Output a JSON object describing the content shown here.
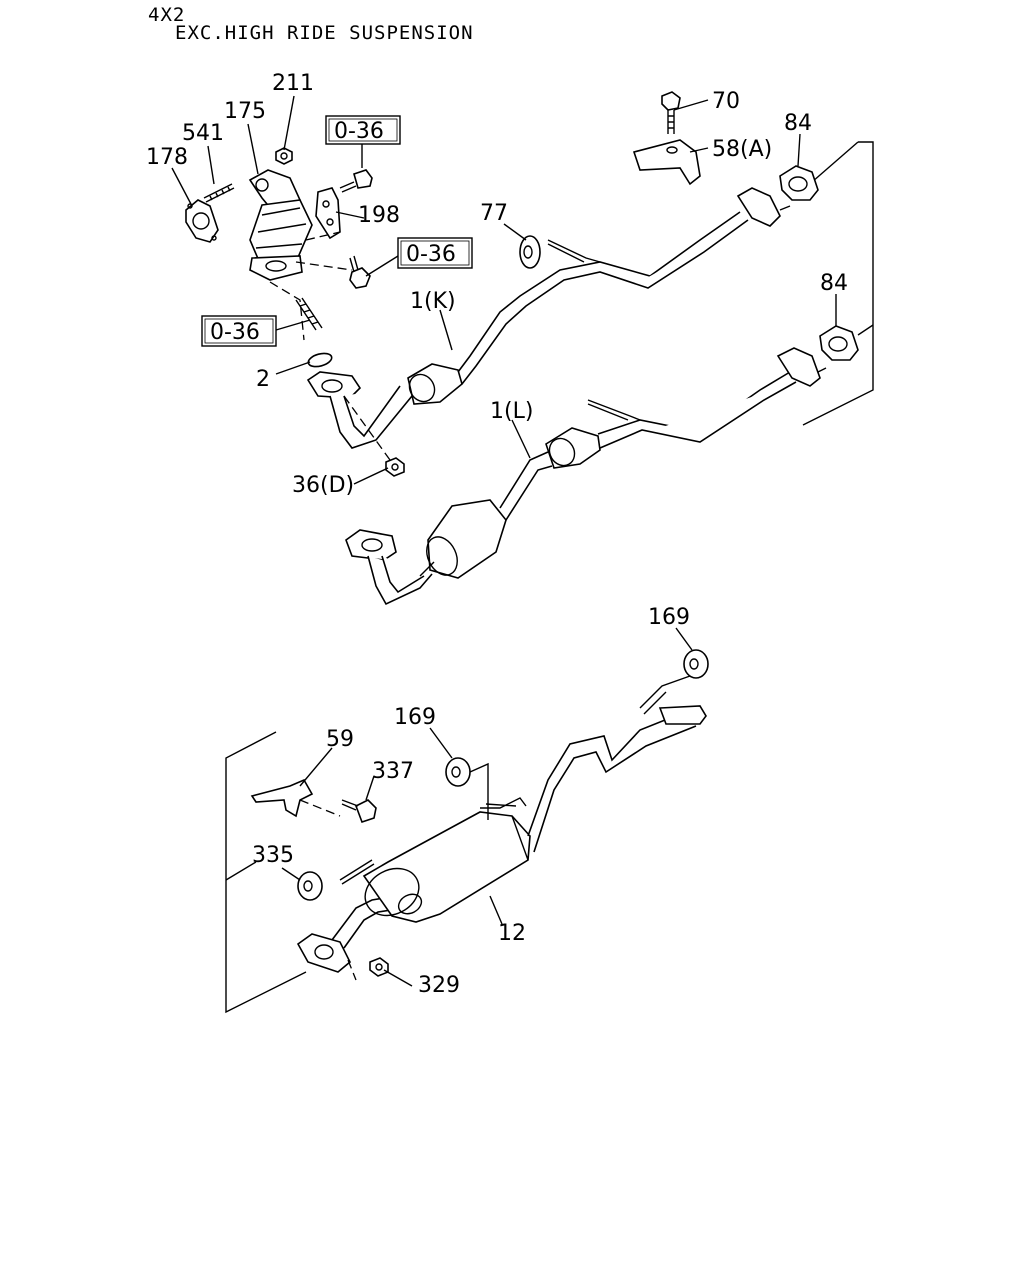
{
  "header": {
    "line1": "4X2",
    "line2": "EXC.HIGH RIDE SUSPENSION"
  },
  "callouts": {
    "c211": "211",
    "c175": "175",
    "c541": "541",
    "c178": "178",
    "c198": "198",
    "c70": "70",
    "c58a": "58(A)",
    "c84a": "84",
    "c84b": "84",
    "c77": "77",
    "c1k": "1(K)",
    "c1l": "1(L)",
    "c2": "2",
    "c36d": "36(D)",
    "c169a": "169",
    "c169b": "169",
    "c59": "59",
    "c337": "337",
    "c335": "335",
    "c12": "12",
    "c329": "329"
  },
  "refs": {
    "r1": "0-36",
    "r2": "0-36",
    "r3": "0-36"
  }
}
